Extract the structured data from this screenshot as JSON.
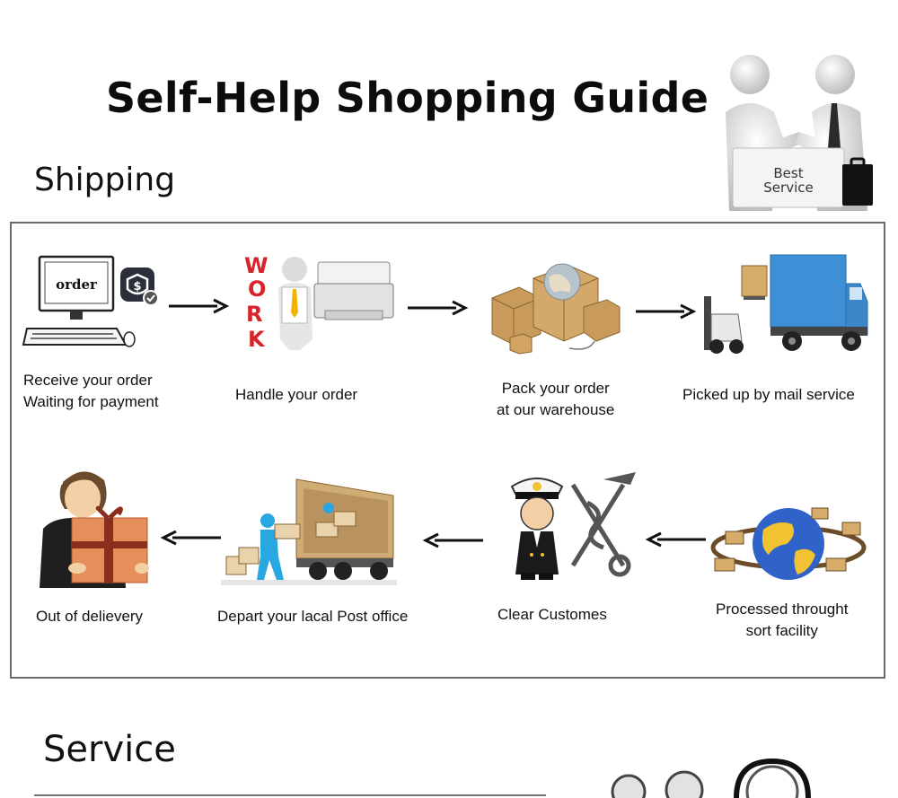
{
  "page": {
    "title": "Self-Help Shopping Guide",
    "shipping_heading": "Shipping",
    "service_heading": "Service"
  },
  "hero": {
    "sign_line1": "Best",
    "sign_line2": "Service",
    "icon": "handshake-illustration"
  },
  "screen": {
    "text": "order"
  },
  "work": {
    "letters": [
      "W",
      "O",
      "R",
      "K"
    ]
  },
  "steps": [
    {
      "line1": "Receive your order",
      "line2": "Waiting for payment",
      "icon": "computer-order-icon"
    },
    {
      "line1": "Handle your order",
      "line2": "",
      "icon": "work-printer-icon"
    },
    {
      "line1": "Pack your order",
      "line2": "at our warehouse",
      "icon": "boxes-globe-icon"
    },
    {
      "line1": "Picked up by mail service",
      "line2": "",
      "icon": "truck-forklift-icon"
    },
    {
      "line1": "Processed throught",
      "line2": "sort facility",
      "icon": "globe-trucks-icon"
    },
    {
      "line1": "Clear Customes",
      "line2": "",
      "icon": "customs-officer-icon"
    },
    {
      "line1": "Depart your lacal Post office",
      "line2": "",
      "icon": "unloading-truck-icon"
    },
    {
      "line1": "Out of delievery",
      "line2": "",
      "icon": "gift-person-icon"
    }
  ],
  "colors": {
    "frame_border": "#6a6a6a",
    "work_red": "#d8232a",
    "truck_blue": "#3d8fd6",
    "box_brown": "#c89b5a"
  }
}
